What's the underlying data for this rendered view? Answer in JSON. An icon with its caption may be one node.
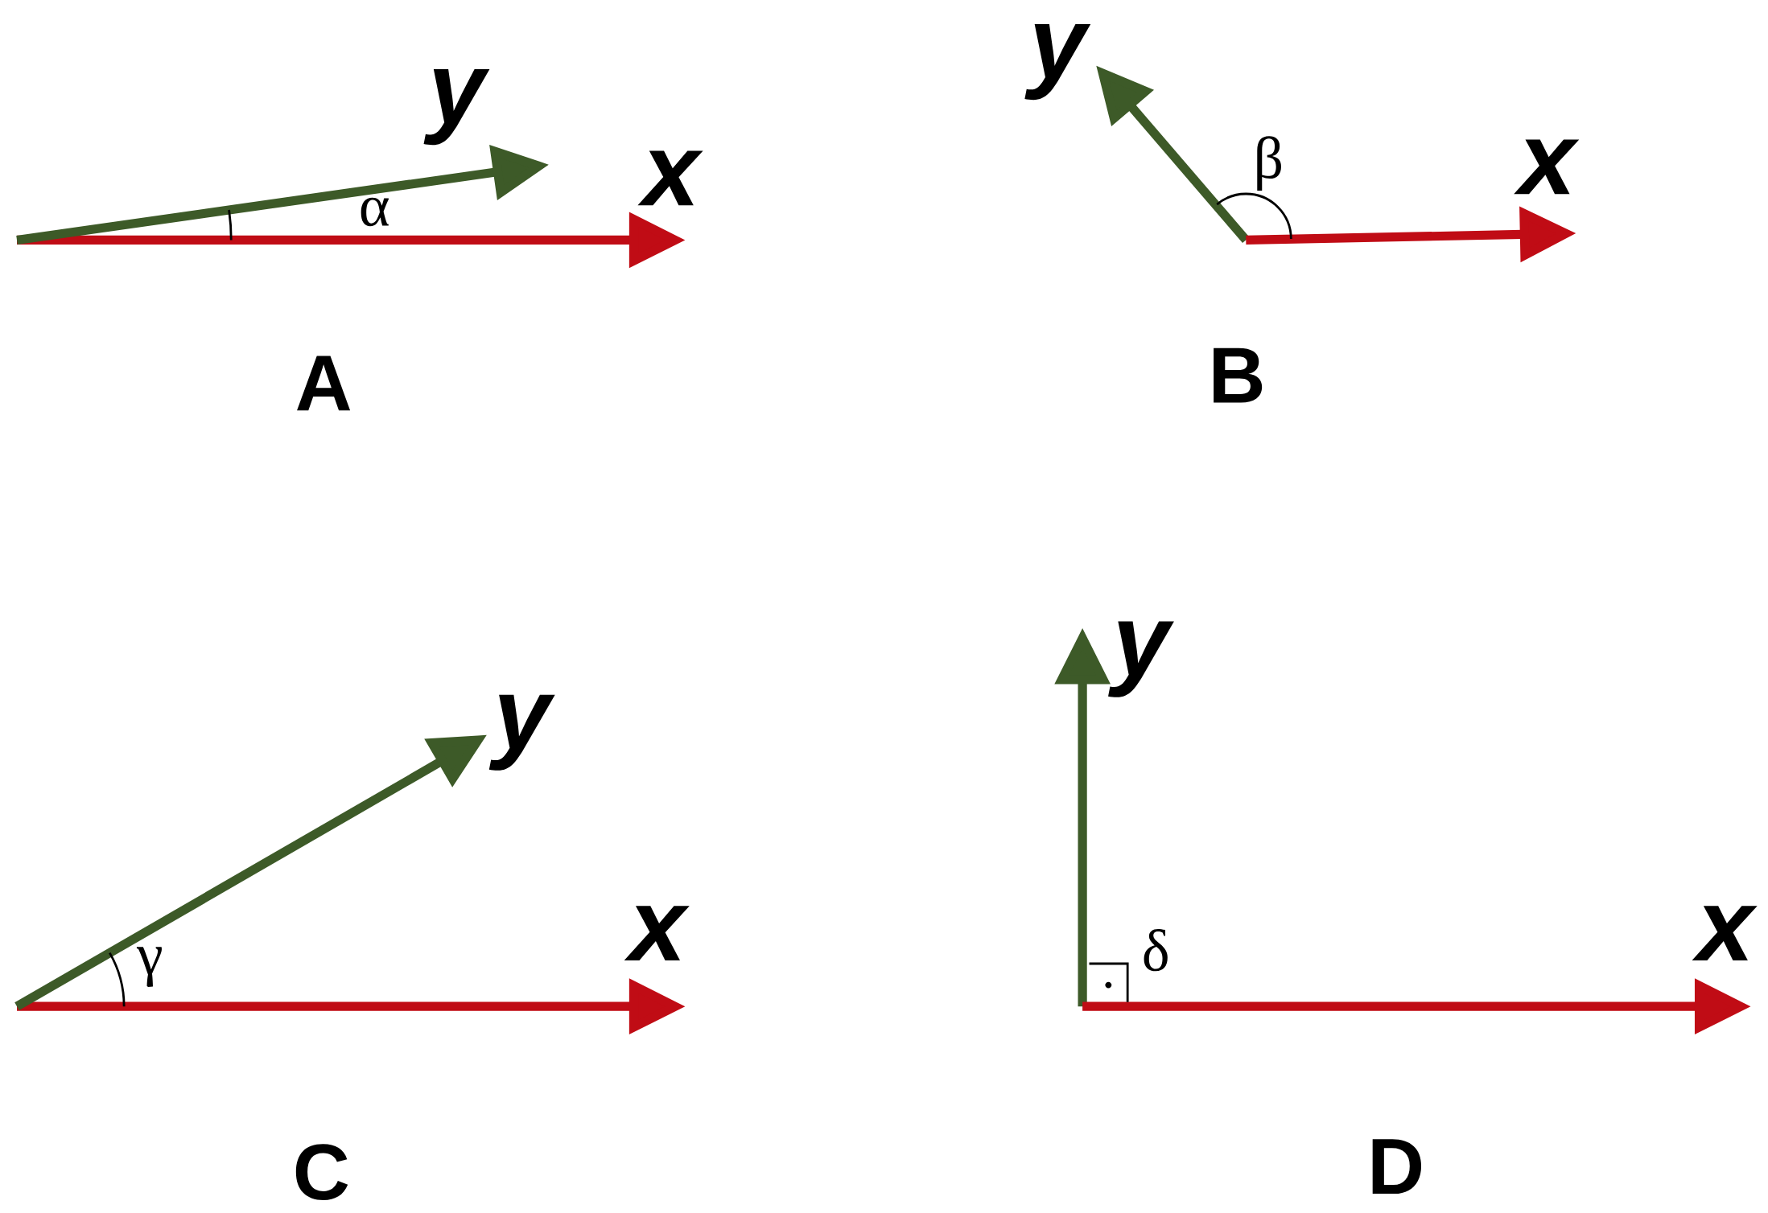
{
  "diagram": {
    "labels": [
      "y",
      "x",
      "α",
      "A",
      "y",
      "β",
      "x",
      "B",
      "y",
      "x",
      "γ",
      "C",
      "y",
      "δ",
      "x",
      "D"
    ]
  }
}
